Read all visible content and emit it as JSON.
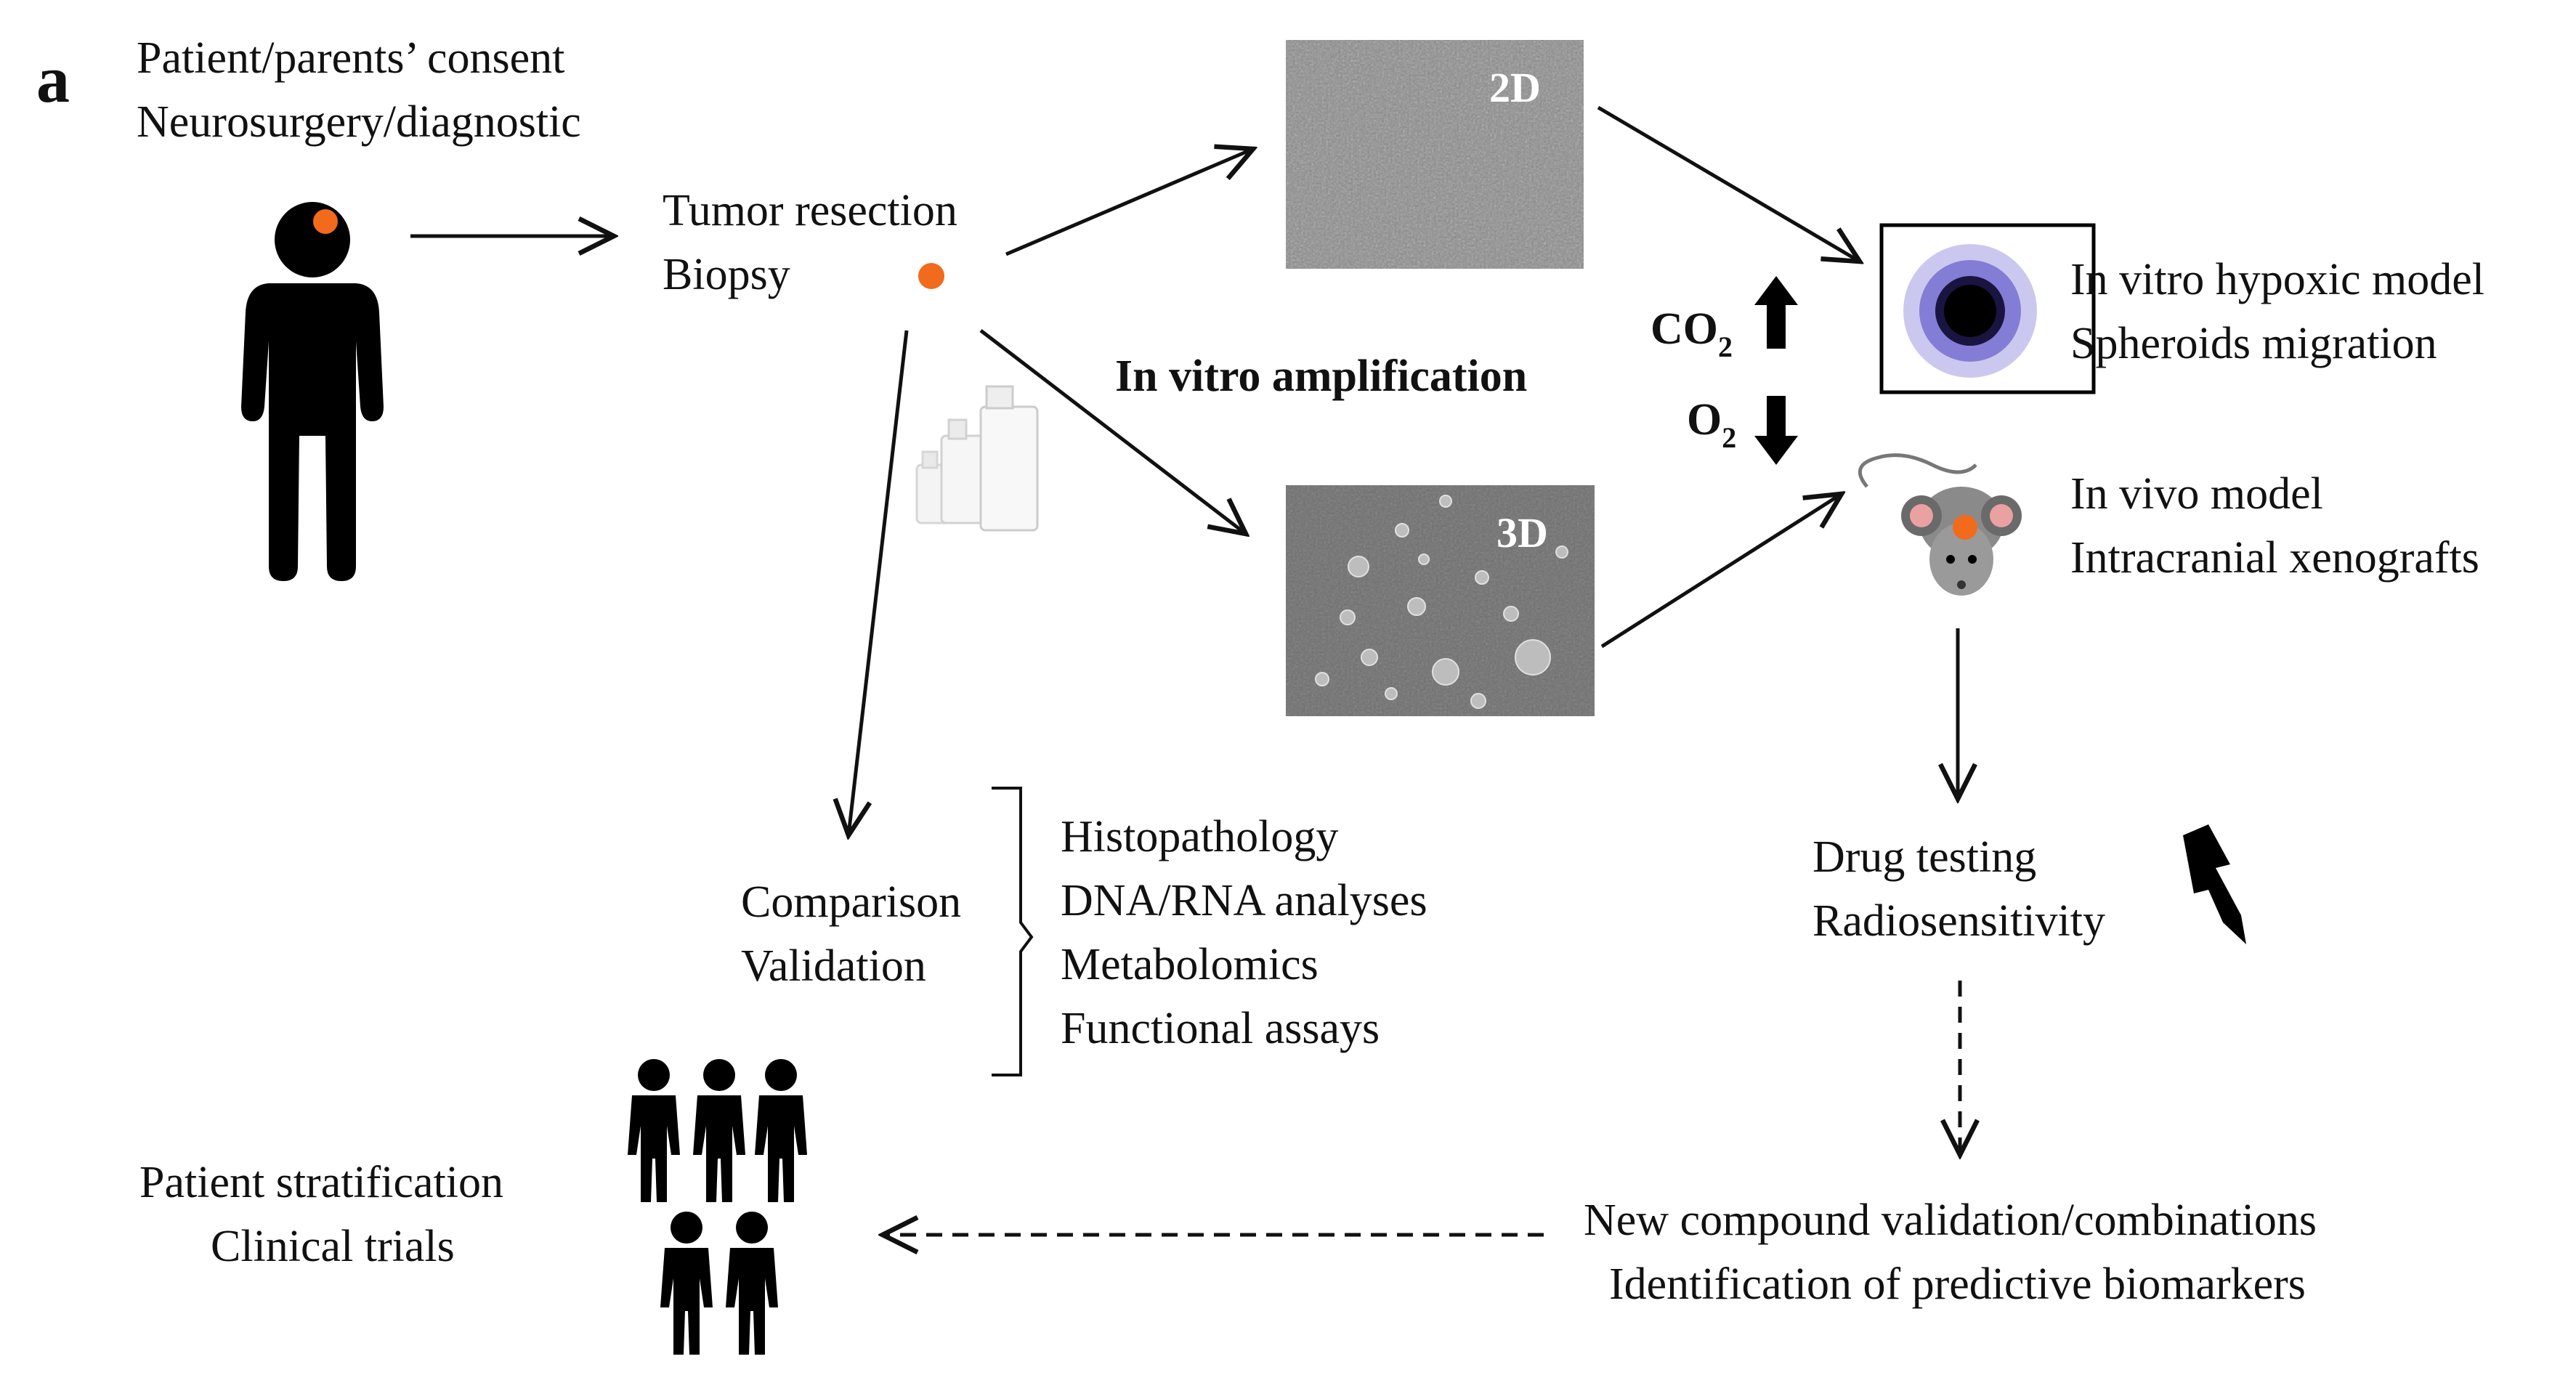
{
  "panel_letter": "a",
  "patient": {
    "line1": "Patient/parents’ consent",
    "line2": "Neurosurgery/diagnostic"
  },
  "resection": {
    "line1": "Tumor resection",
    "line2": "Biopsy"
  },
  "culture_2d": {
    "tag": "2D"
  },
  "culture_3d": {
    "tag": "3D"
  },
  "amplification": {
    "label": "In vitro amplification"
  },
  "gases": {
    "co2": "CO",
    "co2_sub": "2",
    "o2": "O",
    "o2_sub": "2"
  },
  "hypoxic": {
    "line1": "In vitro hypoxic model",
    "line2": "Spheroids migration"
  },
  "in_vivo": {
    "line1": "In vivo model",
    "line2": "Intracranial xenografts"
  },
  "drug": {
    "line1": "Drug testing",
    "line2": "Radiosensitivity"
  },
  "comparison": {
    "line1": "Comparison",
    "line2": "Validation"
  },
  "analyses": [
    "Histopathology",
    "DNA/RNA analyses",
    "Metabolomics",
    "Functional assays"
  ],
  "outcome": {
    "line1": "New compound validation/combinations",
    "line2": "Identification of predictive biomarkers"
  },
  "stratification": {
    "line1": "Patient stratification",
    "line2": "Clinical trials"
  },
  "colors": {
    "tumor_dot": "#f26a1b",
    "silhouette": "#000000",
    "spheroid": "#3a33a8",
    "culture_2d_bg": "#8c8c8c",
    "culture_3d_bg": "#6f6f6f"
  }
}
